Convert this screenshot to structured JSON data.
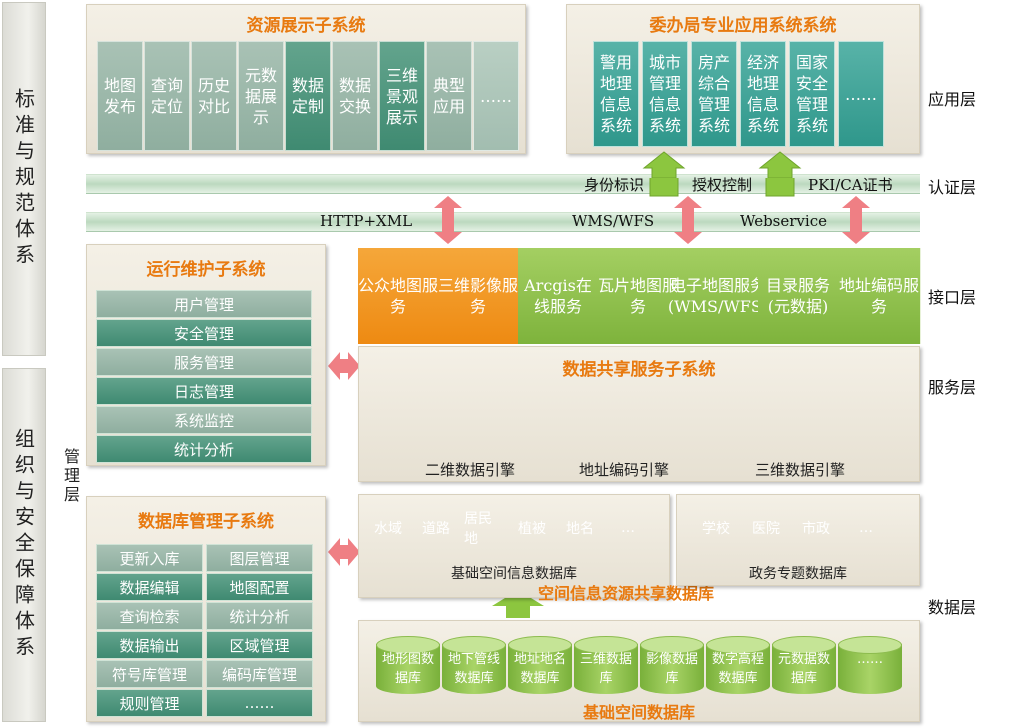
{
  "sides": {
    "top": "标准与规范体系",
    "bottom": "组织与安全保障体系",
    "mgmt": "管理层"
  },
  "layers": {
    "app": "应用层",
    "auth": "认证层",
    "iface": "接口层",
    "service": "服务层",
    "data": "数据层"
  },
  "resource": {
    "title": "资源展示子系统",
    "items": [
      "地图发布",
      "查询定位",
      "历史对比",
      "元数据展示",
      "数据定制",
      "数据交换",
      "三维景观展示",
      "典型应用",
      "……"
    ]
  },
  "bureau": {
    "title": "委办局专业应用系统系统",
    "items": [
      "警用地理信息系统",
      "城市管理信息系统",
      "房产综合管理系统",
      "经济地理信息系统",
      "国家安全管理系统",
      "……"
    ]
  },
  "auth_labels": [
    "身份标识",
    "授权控制",
    "PKI/CA证书"
  ],
  "proto_labels": [
    "HTTP+XML",
    "WMS/WFS",
    "Webservice"
  ],
  "ops": {
    "title": "运行维护子系统",
    "items": [
      "用户管理",
      "安全管理",
      "服务管理",
      "日志管理",
      "系统监控",
      "统计分析"
    ]
  },
  "services": [
    "公众地图服务",
    "三维影像服务",
    "Arcgis在线服务",
    "瓦片地图服务",
    "电子地图服务(WMS/WFS)",
    "目录服务(元数据)",
    "地址编码服务"
  ],
  "share": {
    "title": "数据共享服务子系统",
    "engines": [
      "二维数据引擎",
      "地址编码引擎",
      "三维数据引擎"
    ]
  },
  "dbm": {
    "title": "数据库管理子系统",
    "left": [
      "更新入库",
      "数据编辑",
      "查询检索",
      "数据输出",
      "符号库管理",
      "规则管理"
    ],
    "right": [
      "图层管理",
      "地图配置",
      "统计分析",
      "区域管理",
      "编码库管理",
      "……"
    ]
  },
  "spatial": {
    "items": [
      "水域",
      "道路",
      "居民地",
      "植被",
      "地名",
      "…"
    ],
    "label": "基础空间信息数据库",
    "title": "空间信息资源共享数据库"
  },
  "gov": {
    "items": [
      "学校",
      "医院",
      "市政",
      "…"
    ],
    "label": "政务专题数据库"
  },
  "base": {
    "items": [
      "地形图数据库",
      "地下管线数据库",
      "地址地名数据库",
      "三维数据库",
      "影像数据库",
      "数字高程数据库",
      "元数据数据库",
      "……"
    ],
    "title": "基础空间数据库"
  }
}
